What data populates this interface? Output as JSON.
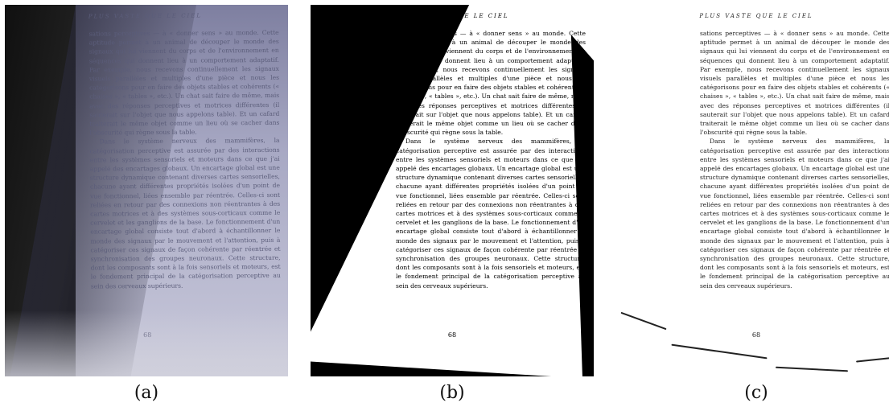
{
  "header_text": "PLUS VASTE QUE LE CIEL",
  "paragraph_1": "sations perceptives — à « donner sens » au monde. Cette aptitude permet à un animal de découper le monde des signaux qui lui viennent du corps et de l'environnement en séquences qui donnent lieu à un comportement adaptatif. Par exemple, nous recevons continuellement les signaux visuels parallèles et multiples d'une pièce et nous les catégorisons pour en faire des objets stables et cohérents (« chaises », « tables », etc.). Un chat sait faire de même, mais avec des réponses perceptives et motrices différentes (il sauterait sur l'objet que nous appelons table). Et un cafard traiterait le même objet comme un lieu où se cacher dans l'obscurité qui règne sous la table.",
  "paragraph_2": "Dans le système nerveux des mammifères, la catégorisation perceptive est assurée par des interactions entre les systèmes sensoriels et moteurs dans ce que j'ai appelé des encartages globaux. Un encartage global est une structure dynamique contenant diverses cartes sensorielles, chacune ayant différentes propriétés isolées d'un point de vue fonctionnel, liées ensemble par réentrée. Celles-ci sont reliées en retour par des connexions non réentrantes à des cartes motrices et à des systèmes sous-corticaux comme le cervelet et les ganglions de la base. Le fonctionnement d'un encartage global consiste tout d'abord à échantillonner le monde des signaux par le mouvement et l'attention, puis à catégoriser ces signaux de façon cohérente par réentrée et synchronisation des groupes neuronaux. Cette structure, dont les composants sont à la fois sensoriels et moteurs, est le fondement principal de la catégorisation perceptive au sein des cerveaux supérieurs.",
  "page_number": "68",
  "captions": {
    "a": "(a)",
    "b": "(b)",
    "c": "(c)"
  }
}
